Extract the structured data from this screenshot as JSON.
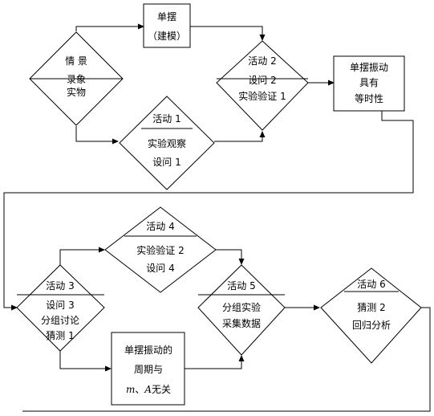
{
  "scene": {
    "situation": {
      "title": "情  景",
      "line1": "录象",
      "line2": "实物"
    },
    "pendulum_model": {
      "line1": "单摆",
      "line2": "（建模）"
    },
    "activity1": {
      "title": "活动 1",
      "line1": "实验观察",
      "line2": "设问 1"
    },
    "activity2": {
      "title": "活动 2",
      "line1": "设问  2",
      "line2": "实验验证  1"
    },
    "isochronism": {
      "line1": "单摆振动",
      "line2": "具有",
      "line3": "等时性"
    },
    "activity3": {
      "title": "活动 3",
      "line1": "设问  3",
      "line2": "分组讨论",
      "line3": "猜测  1"
    },
    "activity4": {
      "title": "活动 4",
      "line1": "实验验证  2",
      "line2": "设问  4"
    },
    "activity5": {
      "title": "活动 5",
      "line1": "分组实验",
      "line2": "采集数据"
    },
    "activity6": {
      "title": "活动 6",
      "line1": "猜测 2",
      "line2": "回归分析"
    },
    "period_box": {
      "line1": "单摆振动的",
      "line2": "周期与",
      "var_m": "m",
      "sep": "、",
      "var_A": "A",
      "tail": "无关"
    }
  }
}
